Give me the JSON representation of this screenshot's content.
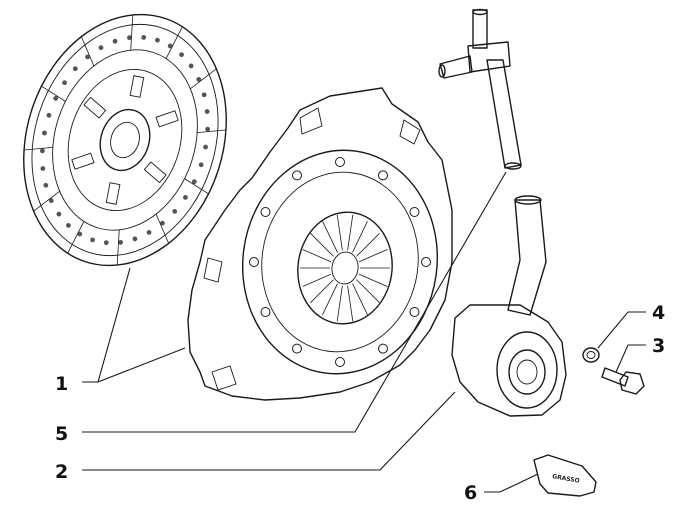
{
  "callouts": {
    "c1": "1",
    "c2": "2",
    "c3": "3",
    "c4": "4",
    "c5": "5",
    "c6": "6"
  },
  "grease_tag": "GRASSO",
  "colors": {
    "line": "#1a1a1a",
    "disc_fill": "#d6d6d6",
    "plate_fill": "#e6e6e6",
    "tag_fill": "#c4c4c4",
    "background": "#ffffff"
  }
}
